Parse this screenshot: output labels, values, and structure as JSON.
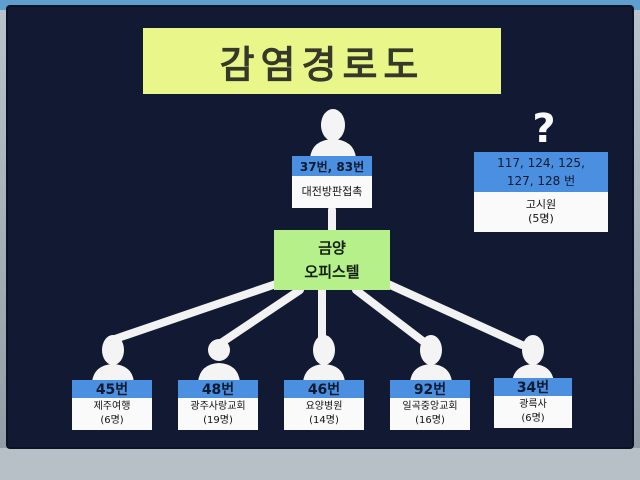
{
  "title": "감염경로도",
  "top_card": {
    "numbers": "37번, 83번",
    "desc": "대전방판접촉"
  },
  "center": {
    "line1": "금양",
    "line2": "오피스텔"
  },
  "unknown": {
    "mark": "?",
    "numbers_line1": "117, 124, 125,",
    "numbers_line2": "127, 128 번",
    "desc": "고시원",
    "count": "(5명)"
  },
  "bottom_cards": [
    {
      "number": "45번",
      "place": "제주여행",
      "count": "(6명)"
    },
    {
      "number": "48번",
      "place": "광주사랑교회",
      "count": "(19명)"
    },
    {
      "number": "46번",
      "place": "요양병원",
      "count": "(14명)"
    },
    {
      "number": "92번",
      "place": "일곡중앙교회",
      "count": "(16명)"
    },
    {
      "number": "34번",
      "place": "광륵사",
      "count": "(6명)"
    }
  ],
  "colors": {
    "board": "#121a33",
    "title_bg": "#e9f78a",
    "center_bg": "#b6f08a",
    "number_bg": "#4a8fe0",
    "card_bg": "#fafafa"
  }
}
